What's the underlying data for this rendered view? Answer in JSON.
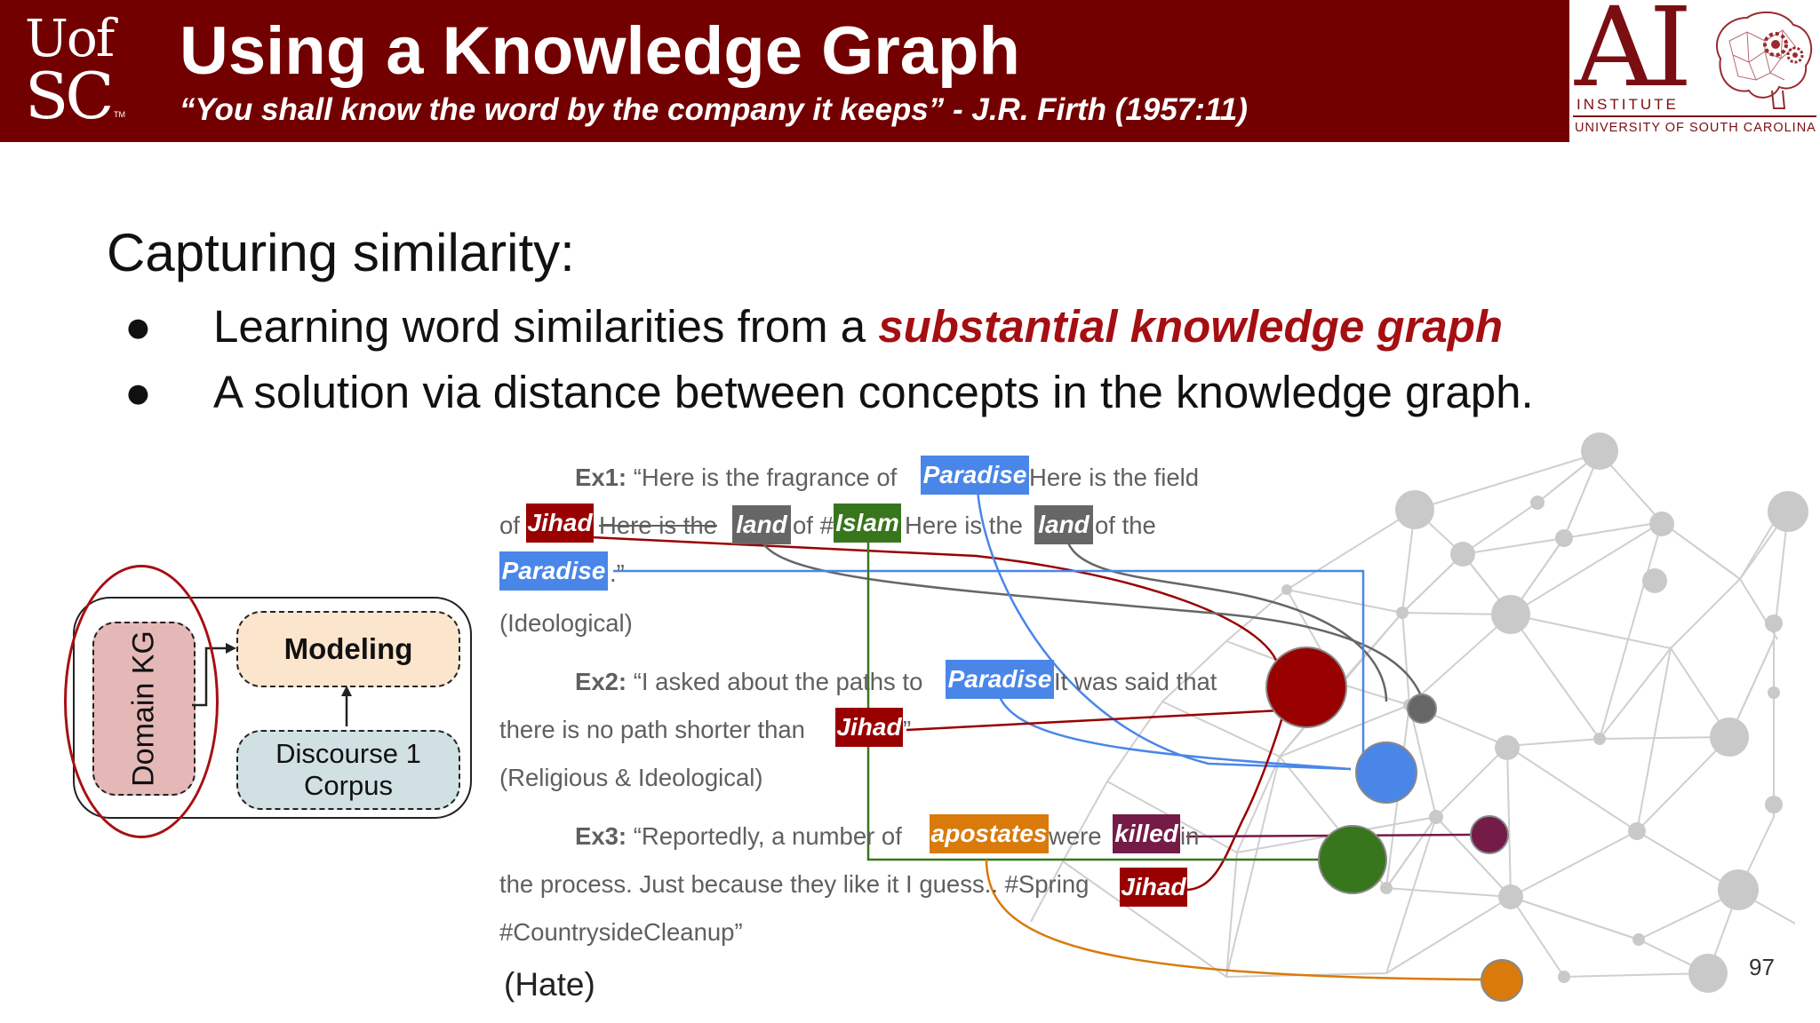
{
  "header": {
    "logo_line1": "Uof",
    "logo_line2": "SC",
    "logo_tm": "TM",
    "title": "Using a Knowledge Graph",
    "quote": "“You shall know the word by the company it keeps”   - J.R. Firth (1957:11)"
  },
  "ai_logo": {
    "ai": "AI",
    "institute": "INSTITUTE",
    "university": "UNIVERSITY OF SOUTH CAROLINA"
  },
  "slide": {
    "subtitle": "Capturing similarity:",
    "bullet1_prefix": "Learning word similarities from a ",
    "bullet1_emphasis": "substantial knowledge graph",
    "bullet2": "A solution via distance between concepts in the knowledge graph.",
    "bullet_glyph": "●",
    "page_number": "97"
  },
  "flow_diagram": {
    "domain_kg": "Domain KG",
    "modeling": "Modeling",
    "discourse_line1": "Discourse 1",
    "discourse_line2": "Corpus"
  },
  "examples": {
    "ex1_label": "Ex1:",
    "ex1_a": "“Here is the fragrance of",
    "ex1_b": "Here is the field",
    "ex1_c": "of",
    "ex1_d": "Here is the",
    "ex1_e": "of #",
    "ex1_f": "Here is the",
    "ex1_g": "of the",
    "ex1_h": ".”",
    "ex1_category": "(Ideological)",
    "ex2_label": "Ex2:",
    "ex2_a": "“I asked about the paths to",
    "ex2_b": "It was said that",
    "ex2_c": "there is no path shorter than",
    "ex2_d": "”",
    "ex2_category": "(Religious & Ideological)",
    "ex3_label": "Ex3:",
    "ex3_a": "“Reportedly, a number of",
    "ex3_b": "were",
    "ex3_c": "in",
    "ex3_d": "the process. Just because they like it I guess.. #Spring",
    "ex3_e": "#CountrysideCleanup”",
    "ex3_category": "(Hate)"
  },
  "concept_tags": {
    "paradise": "Paradise",
    "jihad": "Jihad",
    "land": "land",
    "islam": "Islam",
    "apostates": "apostates",
    "killed": "killed"
  },
  "colors": {
    "header_bg": "#730000",
    "emphasis": "#a50f12",
    "paradise": "#4a86e8",
    "jihad": "#990000",
    "land": "#666666",
    "islam": "#38761d",
    "apostates": "#d97a0a",
    "killed": "#741b47",
    "graph_node": "#c9c9c9"
  }
}
